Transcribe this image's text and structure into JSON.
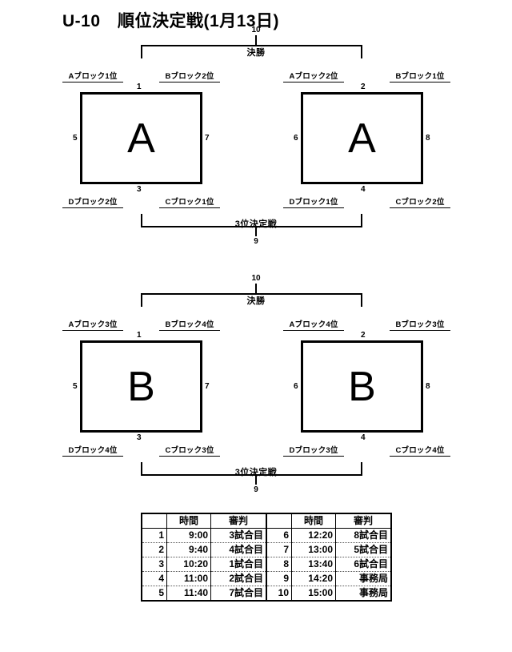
{
  "title": "U-10　順位決定戦(1月13日)",
  "groups": [
    {
      "id": "group-a",
      "final": {
        "number": "10",
        "label": "決勝"
      },
      "boxes": [
        {
          "letter": "A",
          "top_seed_left": "Aブロック1位",
          "top_seed_right": "Bブロック2位",
          "bottom_seed_left": "Dブロック2位",
          "bottom_seed_right": "Cブロック1位",
          "num_top": "1",
          "num_left": "5",
          "num_right": "7",
          "num_bottom": "3"
        },
        {
          "letter": "A",
          "top_seed_left": "Aブロック2位",
          "top_seed_right": "Bブロック1位",
          "bottom_seed_left": "Dブロック1位",
          "bottom_seed_right": "Cブロック2位",
          "num_top": "2",
          "num_left": "6",
          "num_right": "8",
          "num_bottom": "4"
        }
      ],
      "third": {
        "label": "3位決定戦",
        "number": "9"
      }
    },
    {
      "id": "group-b",
      "final": {
        "number": "10",
        "label": "決勝"
      },
      "boxes": [
        {
          "letter": "B",
          "top_seed_left": "Aブロック3位",
          "top_seed_right": "Bブロック4位",
          "bottom_seed_left": "Dブロック4位",
          "bottom_seed_right": "Cブロック3位",
          "num_top": "1",
          "num_left": "5",
          "num_right": "7",
          "num_bottom": "3"
        },
        {
          "letter": "B",
          "top_seed_left": "Aブロック4位",
          "top_seed_right": "Bブロック3位",
          "bottom_seed_left": "Dブロック3位",
          "bottom_seed_right": "Cブロック4位",
          "num_top": "2",
          "num_left": "6",
          "num_right": "8",
          "num_bottom": "4"
        }
      ],
      "third": {
        "label": "3位決定戦",
        "number": "9"
      }
    }
  ],
  "schedule": {
    "headers": {
      "idx": "",
      "time": "時間",
      "referee": "審判"
    },
    "rows": [
      {
        "l_idx": "1",
        "l_time": "9:00",
        "l_ref": "3試合目",
        "r_idx": "6",
        "r_time": "12:20",
        "r_ref": "8試合目"
      },
      {
        "l_idx": "2",
        "l_time": "9:40",
        "l_ref": "4試合目",
        "r_idx": "7",
        "r_time": "13:00",
        "r_ref": "5試合目"
      },
      {
        "l_idx": "3",
        "l_time": "10:20",
        "l_ref": "1試合目",
        "r_idx": "8",
        "r_time": "13:40",
        "r_ref": "6試合目"
      },
      {
        "l_idx": "4",
        "l_time": "11:00",
        "l_ref": "2試合目",
        "r_idx": "9",
        "r_time": "14:20",
        "r_ref": "事務局"
      },
      {
        "l_idx": "5",
        "l_time": "11:40",
        "l_ref": "7試合目",
        "r_idx": "10",
        "r_time": "15:00",
        "r_ref": "事務局"
      }
    ]
  }
}
